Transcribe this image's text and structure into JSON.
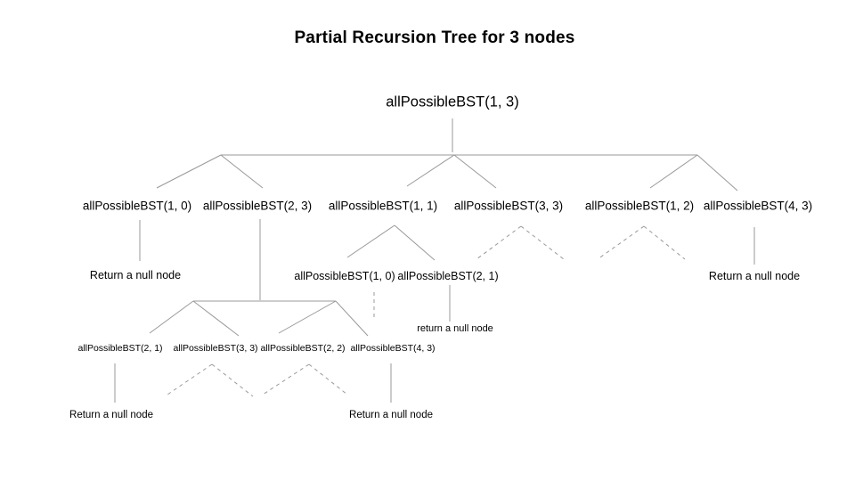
{
  "title": "Partial Recursion Tree for 3 nodes",
  "colors": {
    "background": "#ffffff",
    "text": "#000000",
    "line": "#999999"
  },
  "nodes": {
    "root": "allPossibleBST(1, 3)",
    "l1_10": "allPossibleBST(1, 0)",
    "l1_23": "allPossibleBST(2, 3)",
    "l1_11": "allPossibleBST(1, 1)",
    "l1_33": "allPossibleBST(3, 3)",
    "l1_12": "allPossibleBST(1, 2)",
    "l1_43": "allPossibleBST(4, 3)",
    "ret_l1_left": "Return a null node",
    "l2_10": "allPossibleBST(1, 0)",
    "l2_21": "allPossibleBST(2, 1)",
    "ret_l1_right": "Return a null node",
    "ret_l2": "return a null node",
    "l3_21": "allPossibleBST(2, 1)",
    "l3_33": "allPossibleBST(3, 3)",
    "l3_22": "allPossibleBST(2, 2)",
    "l3_43": "allPossibleBST(4, 3)",
    "ret_l3_left": "Return a null node",
    "ret_l3_right": "Return a null node"
  },
  "edges": [
    {
      "from": "root",
      "to": "l1_10",
      "style": "solid"
    },
    {
      "from": "root",
      "to": "l1_23",
      "style": "solid"
    },
    {
      "from": "root",
      "to": "l1_11",
      "style": "solid"
    },
    {
      "from": "root",
      "to": "l1_33",
      "style": "solid"
    },
    {
      "from": "root",
      "to": "l1_12",
      "style": "solid"
    },
    {
      "from": "root",
      "to": "l1_43",
      "style": "solid"
    },
    {
      "from": "l1_10",
      "to": "ret_l1_left",
      "style": "solid"
    },
    {
      "from": "l1_23",
      "to": "l3_21",
      "style": "solid"
    },
    {
      "from": "l1_23",
      "to": "l3_33",
      "style": "solid"
    },
    {
      "from": "l1_23",
      "to": "l3_22",
      "style": "solid"
    },
    {
      "from": "l1_23",
      "to": "l3_43",
      "style": "solid"
    },
    {
      "from": "l1_11",
      "to": "l2_10",
      "style": "solid"
    },
    {
      "from": "l1_11",
      "to": "l2_21",
      "style": "solid"
    },
    {
      "from": "l1_33",
      "to": "(children omitted)",
      "style": "dashed"
    },
    {
      "from": "l1_12",
      "to": "(children omitted)",
      "style": "dashed"
    },
    {
      "from": "l1_43",
      "to": "ret_l1_right",
      "style": "solid"
    },
    {
      "from": "l2_10",
      "to": "(omitted)",
      "style": "dashed"
    },
    {
      "from": "l2_21",
      "to": "ret_l2",
      "style": "solid"
    },
    {
      "from": "l3_21",
      "to": "ret_l3_left",
      "style": "solid"
    },
    {
      "from": "l3_33",
      "to": "(children omitted)",
      "style": "dashed"
    },
    {
      "from": "l3_22",
      "to": "(children omitted)",
      "style": "dashed"
    },
    {
      "from": "l3_43",
      "to": "ret_l3_right",
      "style": "solid"
    }
  ]
}
